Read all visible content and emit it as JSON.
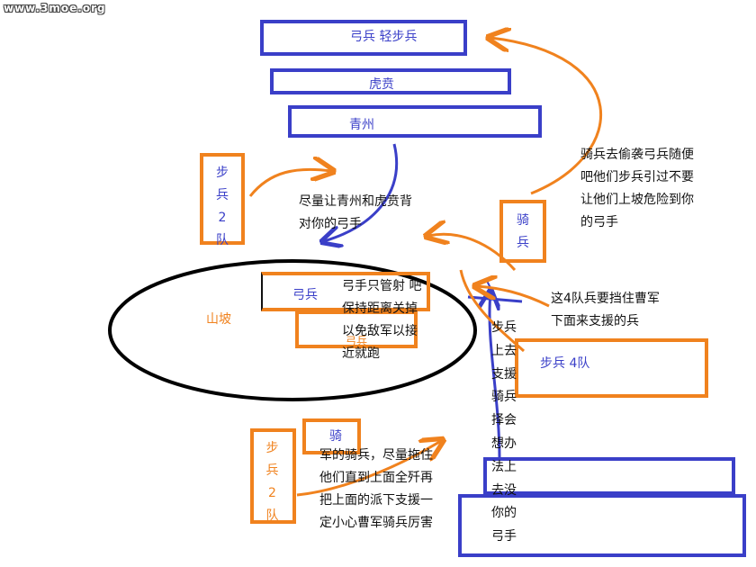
{
  "watermark": "www.3moe.org",
  "boxes": {
    "archer_light_infantry": "弓兵 轻步兵",
    "hu_ben": "虎贲",
    "qing_zhou": "青州",
    "archer_hill": "弓兵",
    "archer_hill_2": "弓兵",
    "infantry_4": "步兵 4队",
    "cavalry_right": [
      "骑",
      "兵"
    ],
    "cavalry_bottom": "骑",
    "infantry_2_left": [
      "步",
      "兵",
      "2",
      "队"
    ],
    "infantry_2_bottom": [
      "步",
      "兵",
      "2",
      "队"
    ]
  },
  "hill_label": "山坡",
  "notes": {
    "cavalry_plan": [
      "骑兵去偷袭弓兵随便",
      "吧他们步兵引过不要",
      "让他们上坡危险到你",
      "的弓手"
    ],
    "back_to_archers": [
      "尽量让青州和虎贲背",
      "对你的弓手"
    ],
    "archers_only_shoot": [
      "弓手只管射 吧",
      "保持距离关掉",
      "以免敌军以接",
      "近就跑"
    ],
    "infantry_4_block": [
      "这4队兵要挡住曹军",
      "下面来支援的兵"
    ],
    "infantry_go_up": [
      "步",
      "兵",
      "上",
      "去",
      "支",
      "援",
      "骑",
      "兵",
      "择",
      "会",
      "想",
      "办",
      "法",
      "上",
      "去",
      "没",
      "你",
      "的",
      "弓",
      "手"
    ],
    "cavalry_hold": [
      "军的骑兵，尽量拖住",
      "他们直到上面全歼再",
      "把上面的派下支援一",
      "定小心曹军骑兵厉害"
    ]
  },
  "colors": {
    "blue": "#3a3fc8",
    "orange": "#f0821e",
    "black": "#000000"
  }
}
